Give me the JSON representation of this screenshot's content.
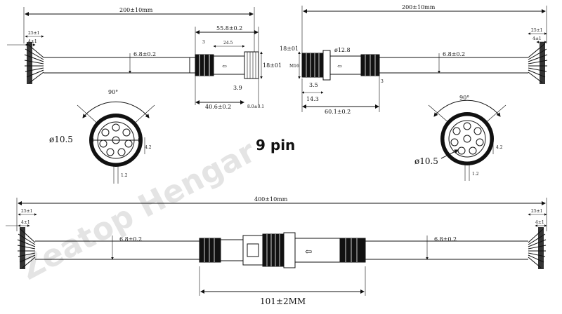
{
  "drawing": {
    "title": "9 pin",
    "watermark": "Zeatop Hengar",
    "top_left_cable": {
      "total_length": "200±10mm",
      "strip_length": "25±1",
      "tin_length": "4±1",
      "cable_diameter": "6.8±0.2",
      "connector_length": "55.8±0.2",
      "gap": "3",
      "sleeve": "24.5",
      "height": "18±01",
      "step": "3.9",
      "body_length": "40.6±0.2",
      "nut": "8.0±0.1"
    },
    "top_right_cable": {
      "total_length": "200±10mm",
      "strip_length": "25±1",
      "tin_length": "4±1",
      "cable_diameter": "6.8±0.2",
      "height": "18±01",
      "nut_diameter": "ø12.8",
      "thread": "M16",
      "step": "3.5",
      "thread_length": "14.3",
      "gap": "3",
      "body_length": "60.1±0.2"
    },
    "left_face": {
      "angle": "90°",
      "diameter": "ø10.5",
      "offset": "4.2",
      "pin": "1.2"
    },
    "right_face": {
      "angle": "90°",
      "diameter": "ø10.5",
      "offset": "4.2",
      "pin": "1.2"
    },
    "bottom_cable": {
      "total_length": "400±10mm",
      "strip_left": "25±1",
      "tin_left": "4±1",
      "strip_right": "25±1",
      "tin_right": "4±1",
      "cable_left": "6.8±0.2",
      "cable_right": "6.8±0.2",
      "mated_length": "101±2MM"
    }
  }
}
